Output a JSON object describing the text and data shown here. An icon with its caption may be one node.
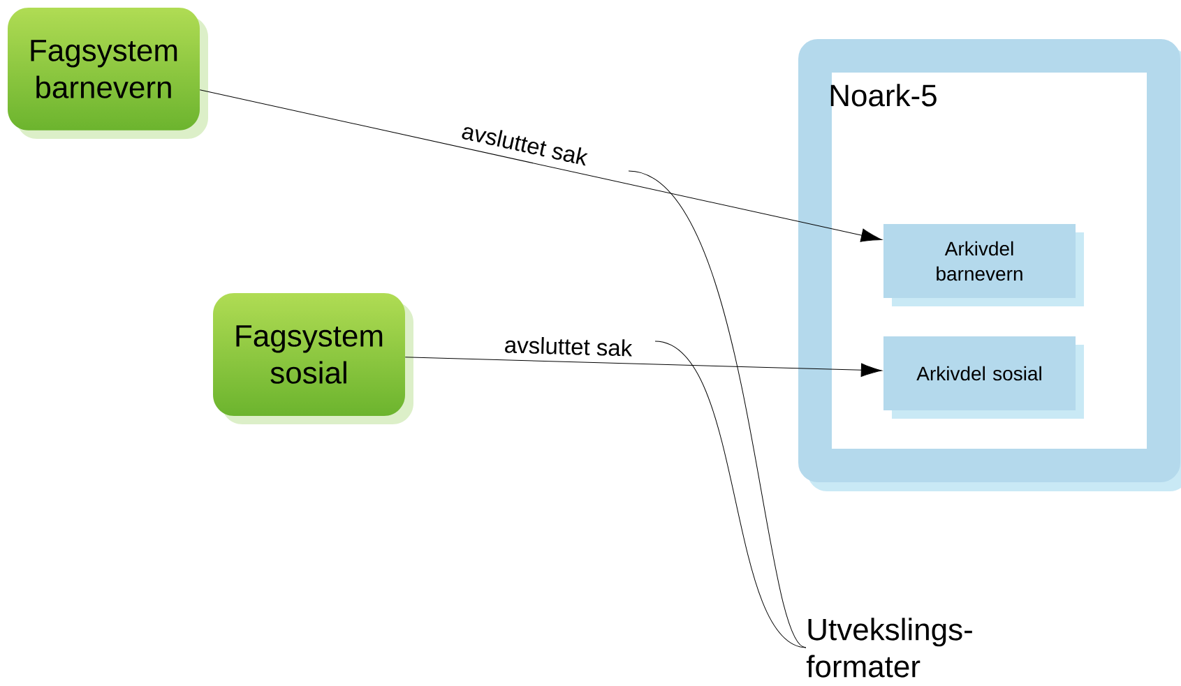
{
  "diagram": {
    "nodes": [
      {
        "text": [
          "Fagsystem barnevern"
        ]
      },
      {
        "text": [
          "Noark-5"
        ]
      },
      {
        "text": [
          "Arkivdel barnevern"
        ],
        "in": 1
      },
      {
        "text": [
          "Fagsystem sosial"
        ]
      },
      {
        "text": [
          "Arkivdel sosial"
        ],
        "in": 1
      },
      {
        "text": [
          "Utvekslings- formater"
        ]
      }
    ],
    "edges": [
      {
        "from": 0,
        "to": 2,
        "arrow": "to",
        "label": "avsluttet sak"
      },
      {
        "from": 3,
        "to": 4,
        "arrow": "to",
        "label": "avsluttet sak"
      },
      {
        "from": 5,
        "to": null,
        "arrow": "none"
      },
      {
        "from": 5,
        "to": null,
        "arrow": "none"
      }
    ]
  }
}
